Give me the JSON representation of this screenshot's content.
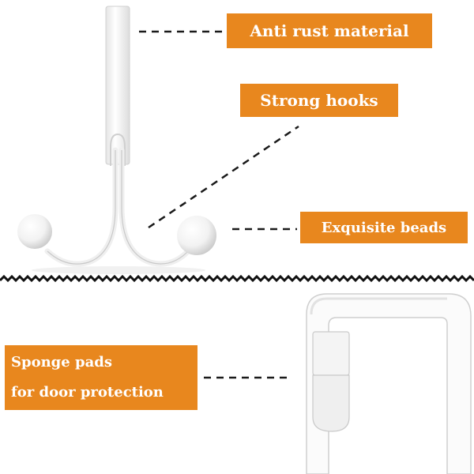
{
  "labels": {
    "anti_rust": "Anti rust material",
    "strong_hooks": "Strong hooks",
    "exquisite_beads": "Exquisite beads",
    "sponge_line1": "Sponge pads",
    "sponge_line2": "for door protection"
  },
  "colors": {
    "label_background": "#e8871e",
    "label_text": "#ffffff",
    "leader_line": "#1a1a1a",
    "product": "#fafafa",
    "product_shadow": "#d6d6d6"
  },
  "icons": {
    "top_product": "double-hook-with-beads",
    "bottom_product": "over-door-bracket-with-sponge-pad"
  }
}
